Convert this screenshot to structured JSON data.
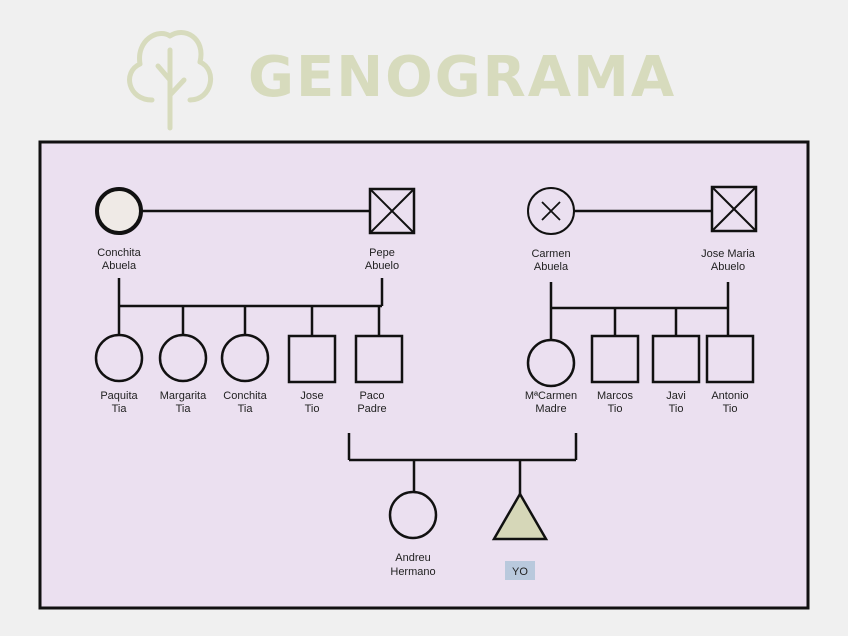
{
  "header": {
    "title": "GENOGRAMA",
    "logo_icon": "tree-icon"
  },
  "colors": {
    "title": "#d7dbbd",
    "panel_bg": "#ebe0f0",
    "panel_border": "#111111",
    "line": "#111111",
    "conchita_abuela_fill": "#efeae6",
    "yo_fill": "#d6d7b8",
    "yo_label_bg": "#b9c9dd"
  },
  "people": {
    "conchita_abuela": {
      "name": "Conchita",
      "role": "Abuela"
    },
    "pepe_abuelo": {
      "name": "Pepe",
      "role": "Abuelo"
    },
    "carmen_abuela": {
      "name": "Carmen",
      "role": "Abuela"
    },
    "jose_maria_abuelo": {
      "name": "Jose Maria",
      "role": "Abuelo"
    },
    "paquita_tia": {
      "name": "Paquita",
      "role": "Tia"
    },
    "margarita_tia": {
      "name": "Margarita",
      "role": "Tia"
    },
    "conchita_tia": {
      "name": "Conchita",
      "role": "Tia"
    },
    "jose_tio": {
      "name": "Jose",
      "role": "Tio"
    },
    "paco_padre": {
      "name": "Paco",
      "role": "Padre"
    },
    "mcarmen_madre": {
      "name": "MªCarmen",
      "role": "Madre"
    },
    "marcos_tio": {
      "name": "Marcos",
      "role": "Tio"
    },
    "javi_tio": {
      "name": "Javi",
      "role": "Tio"
    },
    "antonio_tio": {
      "name": "Antonio",
      "role": "Tio"
    },
    "andreu_hermano": {
      "name": "Andreu",
      "role": "Hermano"
    },
    "yo": {
      "label": "YO"
    }
  }
}
